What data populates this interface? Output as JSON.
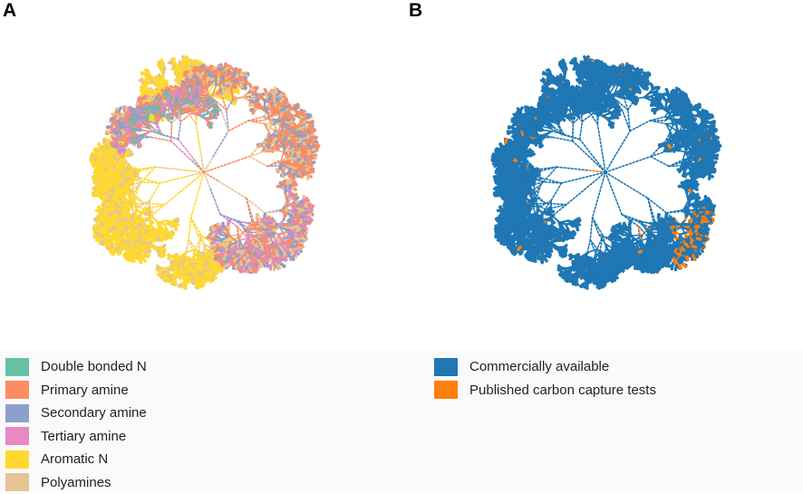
{
  "panels": [
    {
      "label": "A",
      "legend": [
        {
          "label": "Double bonded N",
          "color": "#66c2a5"
        },
        {
          "label": "Primary amine",
          "color": "#fc8d62"
        },
        {
          "label": "Secondary amine",
          "color": "#8da0cb"
        },
        {
          "label": "Tertiary amine",
          "color": "#e78ac3"
        },
        {
          "label": "Aromatic N",
          "color": "#ffd92f"
        },
        {
          "label": "Polyamines",
          "color": "#e5c494"
        }
      ]
    },
    {
      "label": "B",
      "legend": [
        {
          "label": "Commercially available",
          "color": "#1f77b4"
        },
        {
          "label": "Published carbon capture tests",
          "color": "#ff7f0e"
        }
      ]
    }
  ]
}
